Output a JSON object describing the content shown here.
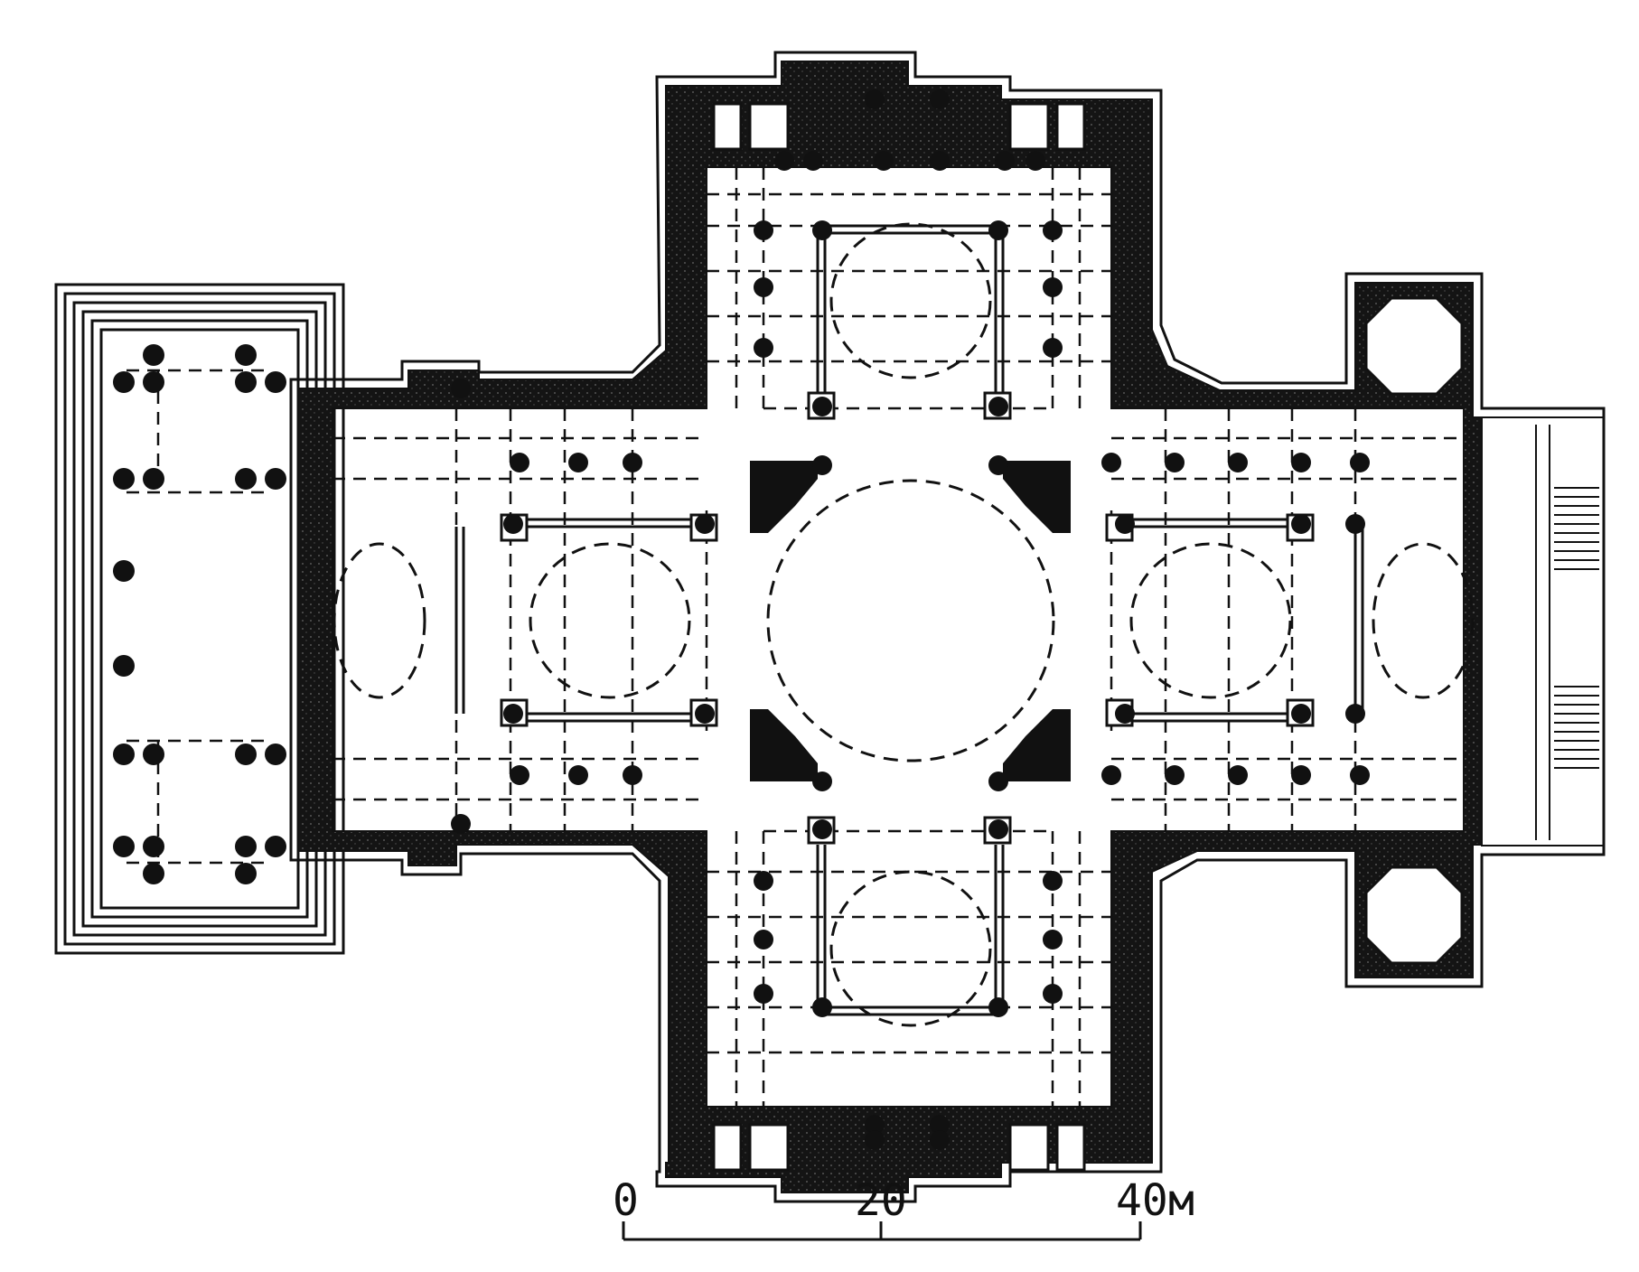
{
  "diagram": {
    "type": "architectural-floor-plan",
    "ink_color": "#111111",
    "wall_color": "#1a1a1a",
    "paper_color": "#ffffff"
  },
  "scale_bar": {
    "labels": [
      "0",
      "20",
      "40"
    ],
    "unit": "м"
  }
}
